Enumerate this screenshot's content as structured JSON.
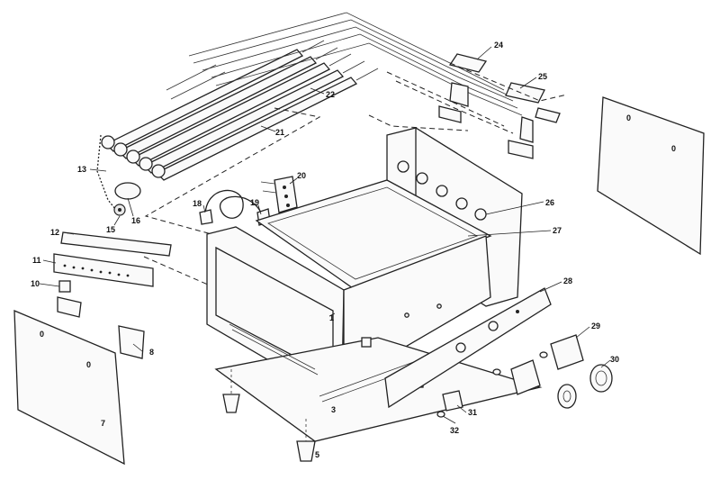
{
  "diagram": {
    "callouts": {
      "c1": "1",
      "c3": "3",
      "c5": "5",
      "c7": "7",
      "c8": "8",
      "c10": "10",
      "c11": "11",
      "c12": "12",
      "c13": "13",
      "c15": "15",
      "c16": "16",
      "c18": "18",
      "c19": "19",
      "c20": "20",
      "c21": "21",
      "c22": "22",
      "c24": "24",
      "c25": "25",
      "c26": "26",
      "c27": "27",
      "c28": "28",
      "c29": "29",
      "c30": "30",
      "c31": "31",
      "c32": "32"
    },
    "panel_marks": {
      "zero": "0"
    }
  }
}
